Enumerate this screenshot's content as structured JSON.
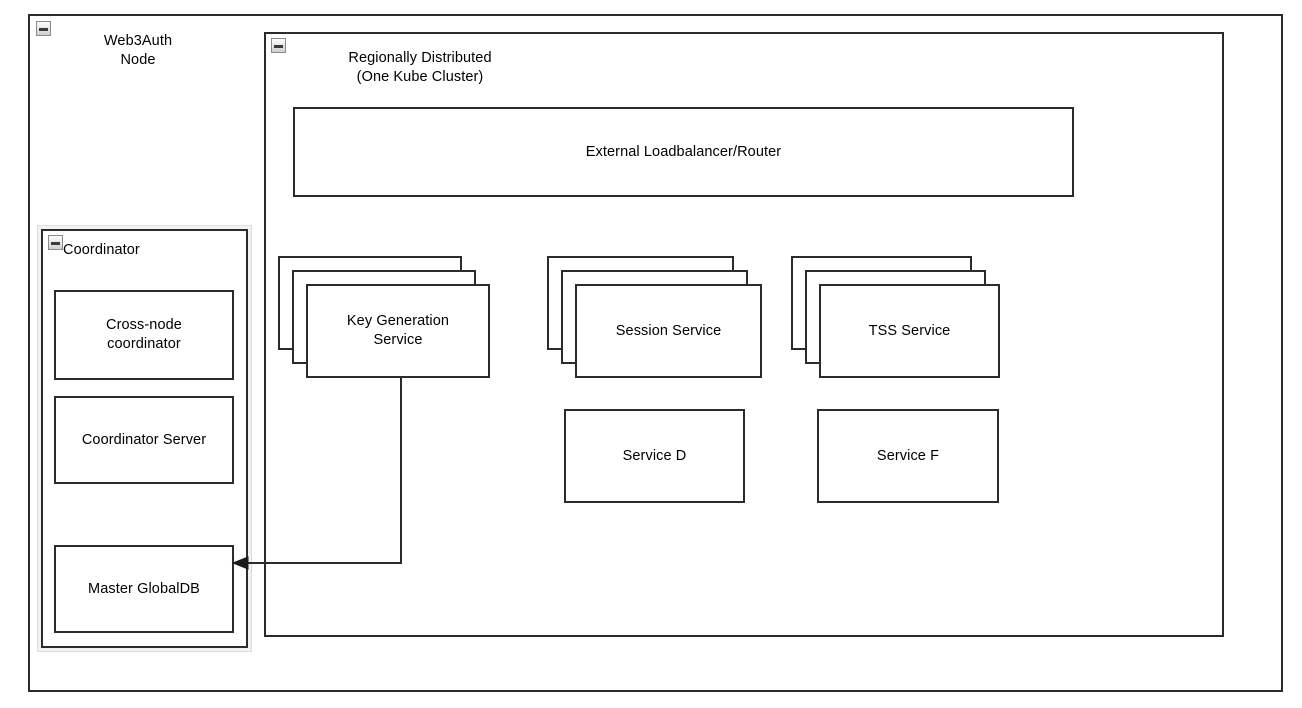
{
  "diagram": {
    "title": "Web3Auth Node Architecture",
    "line_color": "#2b2b2b",
    "background": "#ffffff"
  },
  "outer_container": {
    "name": "web3auth-node",
    "label": "Web3Auth\nNode",
    "collapse_icon": "minus-icon"
  },
  "kube_container": {
    "name": "regionally-distributed",
    "label": "Regionally Distributed\n(One Kube Cluster)",
    "collapse_icon": "minus-icon"
  },
  "coordinator_container": {
    "name": "coordinator",
    "label": "Coordinator",
    "collapse_icon": "minus-icon",
    "children": [
      {
        "id": "cross-node-coordinator",
        "label": "Cross-node\ncoordinator"
      },
      {
        "id": "coordinator-server",
        "label": "Coordinator Server"
      },
      {
        "id": "master-globaldb",
        "label": "Master GlobalDB"
      }
    ]
  },
  "loadbalancer": {
    "id": "external-loadbalancer-router",
    "label": "External Loadbalancer/Router"
  },
  "service_stacks": [
    {
      "id": "key-generation-service",
      "label": "Key Generation\nService",
      "replicas": 3
    },
    {
      "id": "session-service",
      "label": "Session Service",
      "replicas": 3
    },
    {
      "id": "tss-service",
      "label": "TSS Service",
      "replicas": 3
    }
  ],
  "single_services": [
    {
      "id": "service-d",
      "label": "Service D"
    },
    {
      "id": "service-f",
      "label": "Service F"
    }
  ],
  "connectors": [
    {
      "id": "keygen-to-master-globaldb",
      "from": "key-generation-service",
      "to": "master-globaldb",
      "arrow": "arrowhead-left"
    }
  ]
}
